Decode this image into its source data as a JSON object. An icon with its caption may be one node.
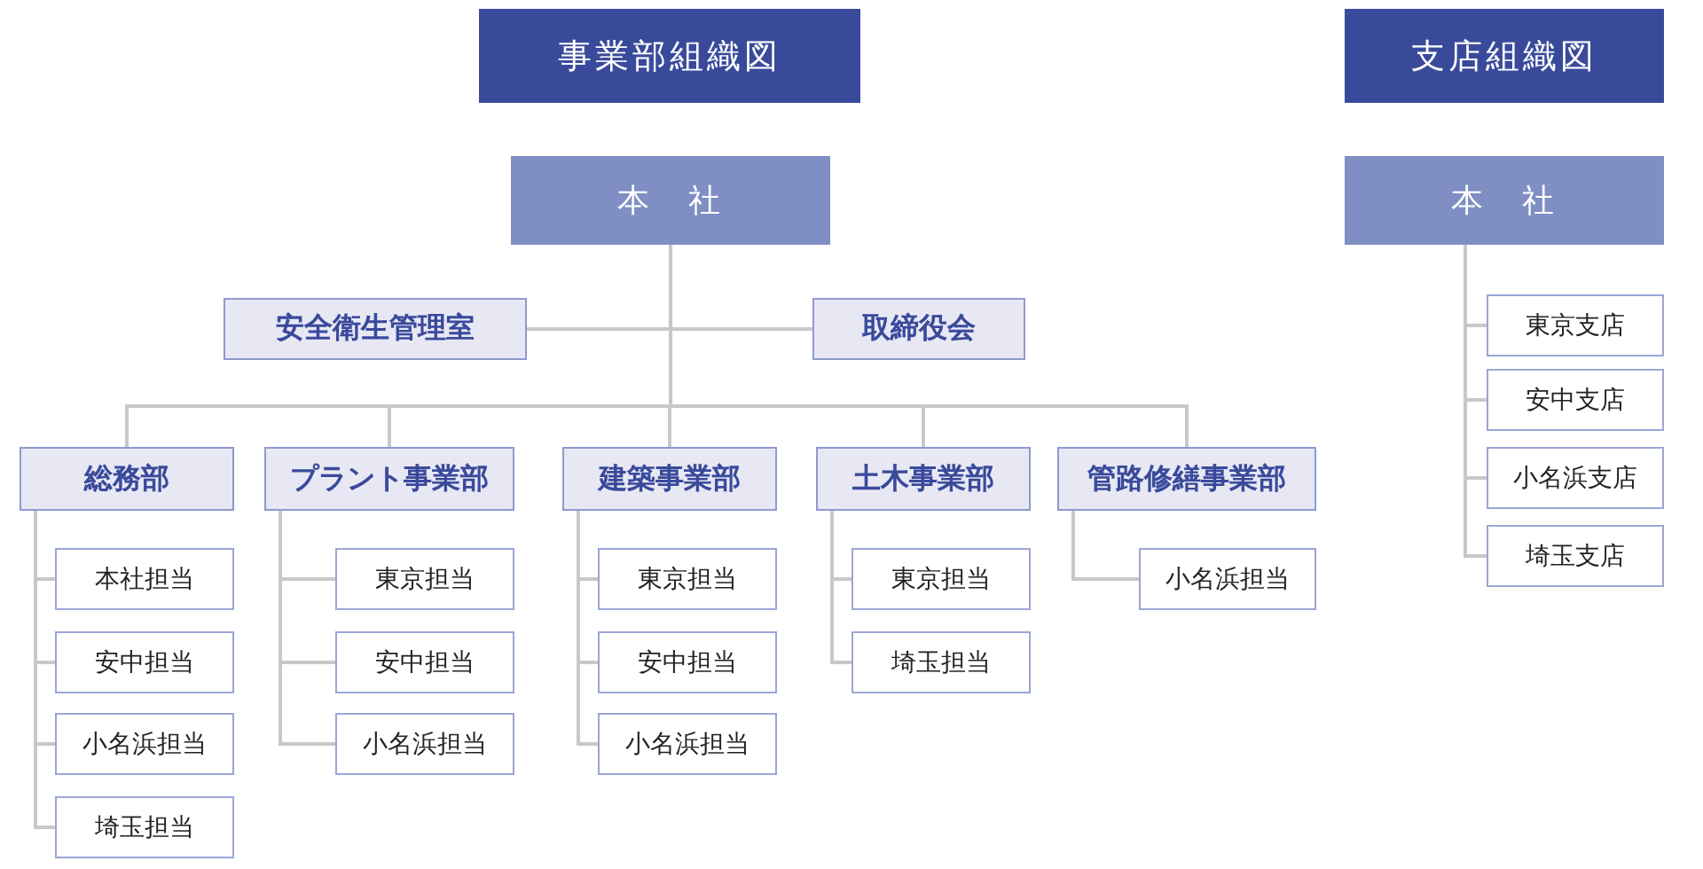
{
  "diagram": {
    "nodes": [
      {
        "text": [
          "事業部組織図"
        ]
      },
      {
        "text": [
          "支店組織図"
        ]
      },
      {
        "text": [
          "本　社"
        ]
      },
      {
        "text": [
          "安全衛生管理室"
        ]
      },
      {
        "text": [
          "取締役会"
        ]
      },
      {
        "text": [
          "総務部"
        ]
      },
      {
        "text": [
          "プラント事業部"
        ]
      },
      {
        "text": [
          "建築事業部"
        ]
      },
      {
        "text": [
          "土木事業部"
        ]
      },
      {
        "text": [
          "管路修繕事業部"
        ]
      },
      {
        "text": [
          "本社担当"
        ]
      },
      {
        "text": [
          "安中担当"
        ]
      },
      {
        "text": [
          "小名浜担当"
        ]
      },
      {
        "text": [
          "埼玉担当"
        ]
      },
      {
        "text": [
          "東京担当"
        ]
      },
      {
        "text": [
          "安中担当"
        ]
      },
      {
        "text": [
          "小名浜担当"
        ]
      },
      {
        "text": [
          "東京担当"
        ]
      },
      {
        "text": [
          "安中担当"
        ]
      },
      {
        "text": [
          "小名浜担当"
        ]
      },
      {
        "text": [
          "東京担当"
        ]
      },
      {
        "text": [
          "埼玉担当"
        ]
      },
      {
        "text": [
          "小名浜担当"
        ]
      },
      {
        "text": [
          "本　社"
        ]
      },
      {
        "text": [
          "東京支店"
        ]
      },
      {
        "text": [
          "安中支店"
        ]
      },
      {
        "text": [
          "小名浜支店"
        ]
      },
      {
        "text": [
          "埼玉支店"
        ]
      }
    ],
    "edges": [
      {
        "from": 2,
        "to": 3,
        "arrow": "none"
      },
      {
        "from": 2,
        "to": 4,
        "arrow": "none"
      },
      {
        "from": 2,
        "to": 5,
        "arrow": "none"
      },
      {
        "from": 2,
        "to": 6,
        "arrow": "none"
      },
      {
        "from": 2,
        "to": 7,
        "arrow": "none"
      },
      {
        "from": 2,
        "to": 8,
        "arrow": "none"
      },
      {
        "from": 2,
        "to": 9,
        "arrow": "none"
      },
      {
        "from": 5,
        "to": 10,
        "arrow": "none"
      },
      {
        "from": 5,
        "to": 11,
        "arrow": "none"
      },
      {
        "from": 5,
        "to": 12,
        "arrow": "none"
      },
      {
        "from": 5,
        "to": 13,
        "arrow": "none"
      },
      {
        "from": 6,
        "to": 14,
        "arrow": "none"
      },
      {
        "from": 6,
        "to": 15,
        "arrow": "none"
      },
      {
        "from": 6,
        "to": 16,
        "arrow": "none"
      },
      {
        "from": 7,
        "to": 17,
        "arrow": "none"
      },
      {
        "from": 7,
        "to": 18,
        "arrow": "none"
      },
      {
        "from": 7,
        "to": 19,
        "arrow": "none"
      },
      {
        "from": 8,
        "to": 20,
        "arrow": "none"
      },
      {
        "from": 8,
        "to": 21,
        "arrow": "none"
      },
      {
        "from": 9,
        "to": 22,
        "arrow": "none"
      },
      {
        "from": 23,
        "to": 24,
        "arrow": "none"
      },
      {
        "from": 23,
        "to": 25,
        "arrow": "none"
      },
      {
        "from": 23,
        "to": 26,
        "arrow": "none"
      },
      {
        "from": 23,
        "to": 27,
        "arrow": "none"
      }
    ]
  }
}
